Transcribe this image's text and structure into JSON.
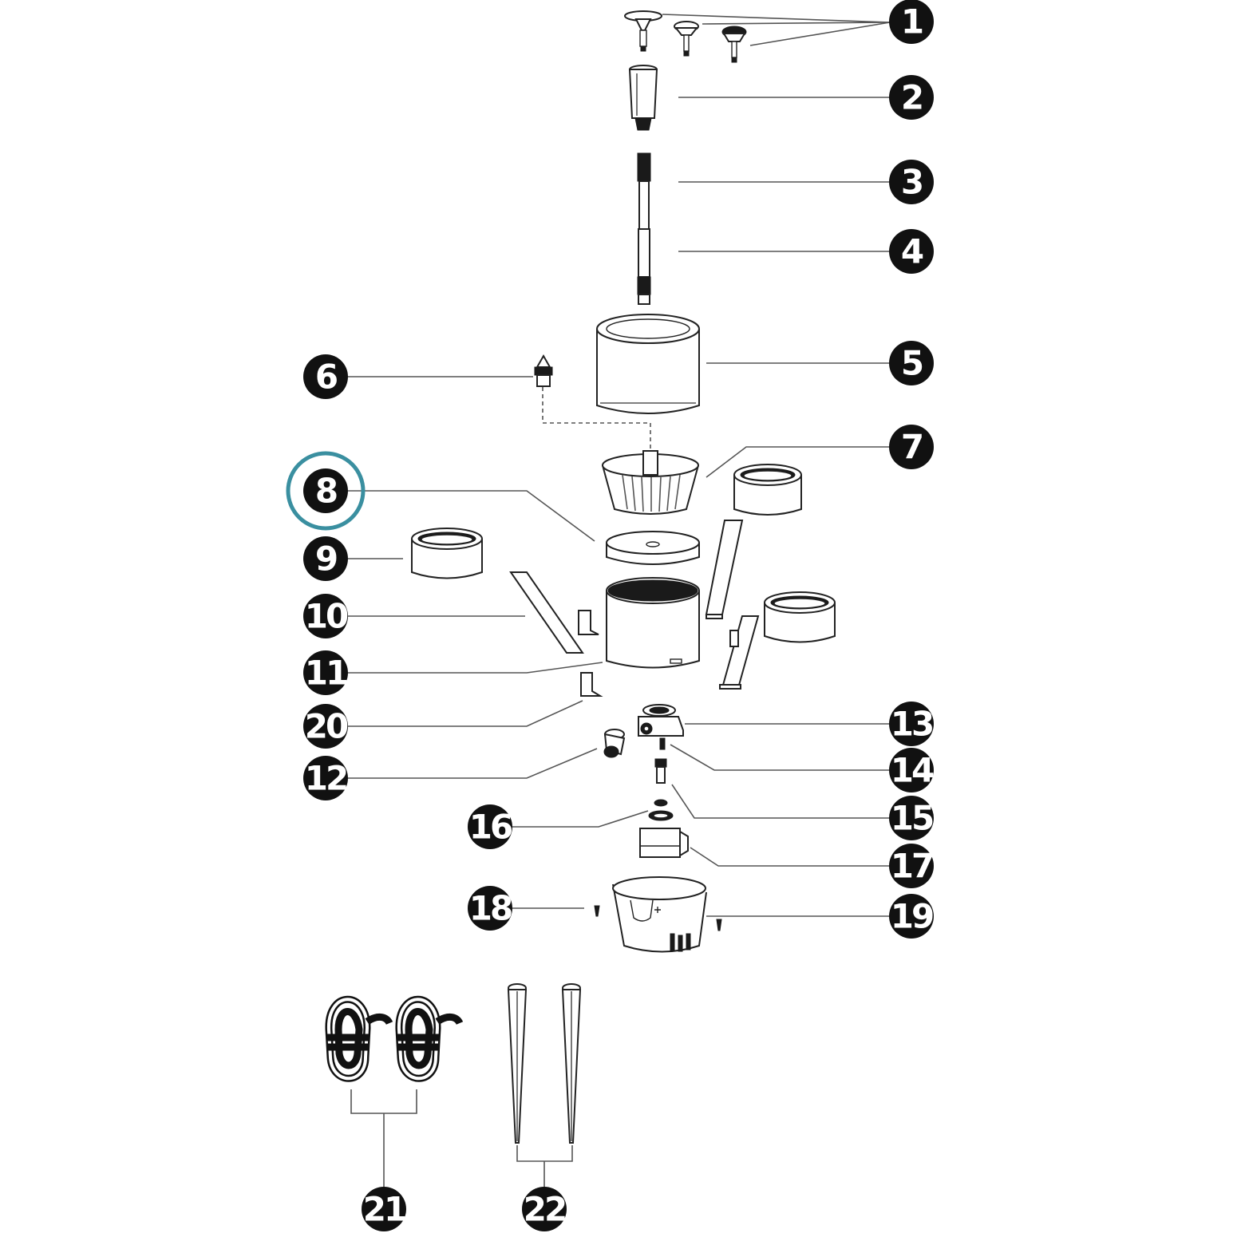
{
  "callouts": [
    {
      "label": "1"
    },
    {
      "label": "2"
    },
    {
      "label": "3"
    },
    {
      "label": "4"
    },
    {
      "label": "5"
    },
    {
      "label": "6"
    },
    {
      "label": "7"
    },
    {
      "label": "8"
    },
    {
      "label": "9"
    },
    {
      "label": "10"
    },
    {
      "label": "11"
    },
    {
      "label": "20"
    },
    {
      "label": "12"
    },
    {
      "label": "13"
    },
    {
      "label": "14"
    },
    {
      "label": "15"
    },
    {
      "label": "16"
    },
    {
      "label": "17"
    },
    {
      "label": "18"
    },
    {
      "label": "19"
    },
    {
      "label": "21"
    },
    {
      "label": "22"
    }
  ],
  "highlighted_callout": "8",
  "highlight_color": "#3a8fa0",
  "callout_color": "#111111"
}
